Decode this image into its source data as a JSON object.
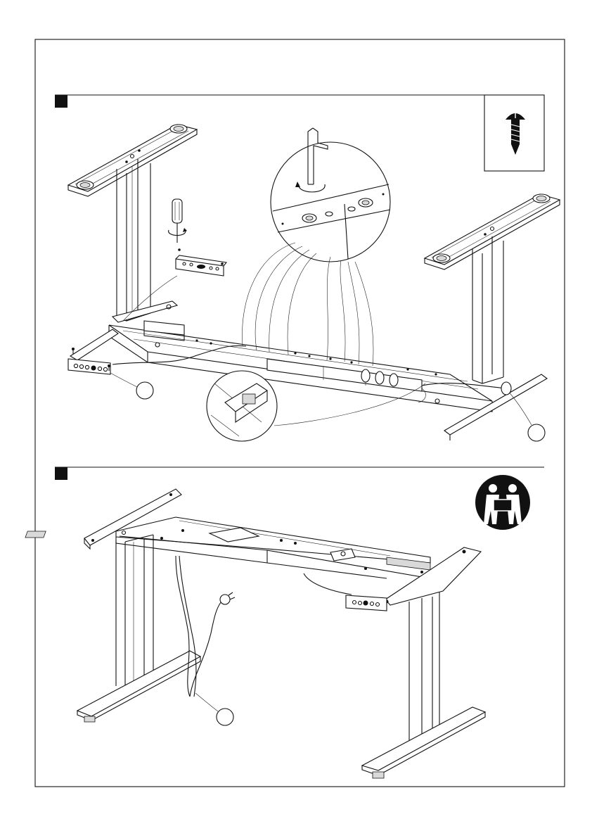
{
  "page": {
    "background": "#ffffff",
    "line_color": "#111111"
  },
  "steps": [
    {
      "id": "step-1",
      "marker": "filled-square",
      "callouts": [
        {
          "label": ""
        },
        {
          "label": ""
        }
      ]
    },
    {
      "id": "step-2",
      "marker": "filled-square",
      "callouts": [
        {
          "label": ""
        }
      ]
    }
  ],
  "icons": {
    "screw": "screw-icon",
    "hex_key": "hex-key-icon",
    "screwdriver": "screwdriver-icon",
    "two_person_lift": "two-person-lift-icon",
    "detail_zoom": "magnifier-detail-icon"
  }
}
